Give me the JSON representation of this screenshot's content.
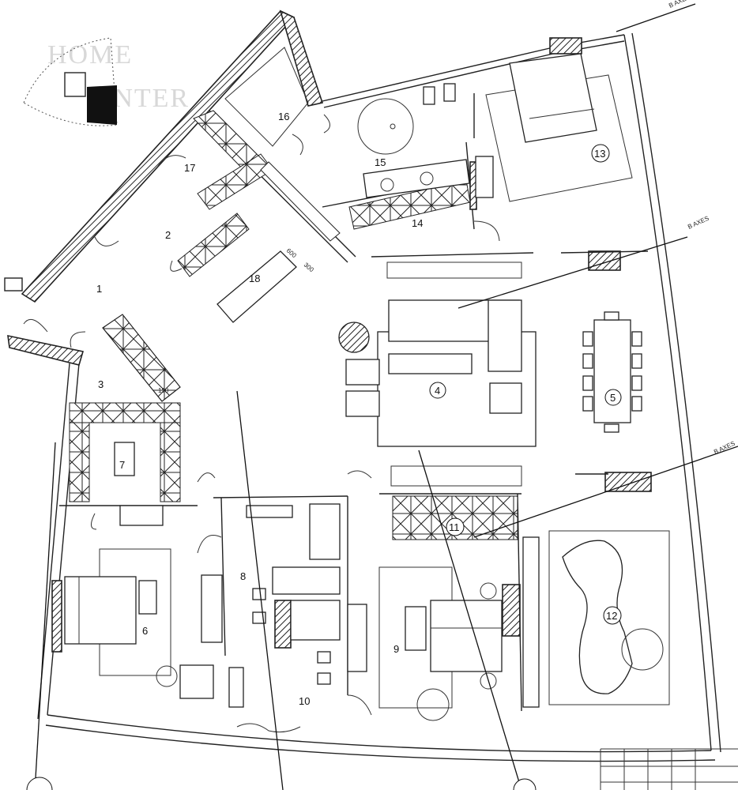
{
  "watermark": {
    "line1": "HOME",
    "line2": "INTER"
  },
  "rooms": [
    {
      "id": "r1",
      "label": "1"
    },
    {
      "id": "r2",
      "label": "2"
    },
    {
      "id": "r3",
      "label": "3"
    },
    {
      "id": "r4",
      "label": "4"
    },
    {
      "id": "r5",
      "label": "5"
    },
    {
      "id": "r6",
      "label": "6"
    },
    {
      "id": "r7",
      "label": "7"
    },
    {
      "id": "r8",
      "label": "8"
    },
    {
      "id": "r9",
      "label": "9"
    },
    {
      "id": "r10",
      "label": "10"
    },
    {
      "id": "r11",
      "label": "11"
    },
    {
      "id": "r12",
      "label": "12"
    },
    {
      "id": "r13",
      "label": "13"
    },
    {
      "id": "r14",
      "label": "14"
    },
    {
      "id": "r15",
      "label": "15"
    },
    {
      "id": "r16",
      "label": "16"
    },
    {
      "id": "r17",
      "label": "17"
    },
    {
      "id": "r18",
      "label": "18"
    }
  ],
  "dimensions": {
    "d1": "600",
    "d2": "300",
    "d3": "150"
  },
  "axis_tags": {
    "a1": "B AXES",
    "a2": "B AXES",
    "a3": "B AXES"
  },
  "colors": {
    "ink": "#222222",
    "paper": "#ffffff",
    "watermark": "#d8d8d8",
    "keyplan_fill": "#111111"
  }
}
